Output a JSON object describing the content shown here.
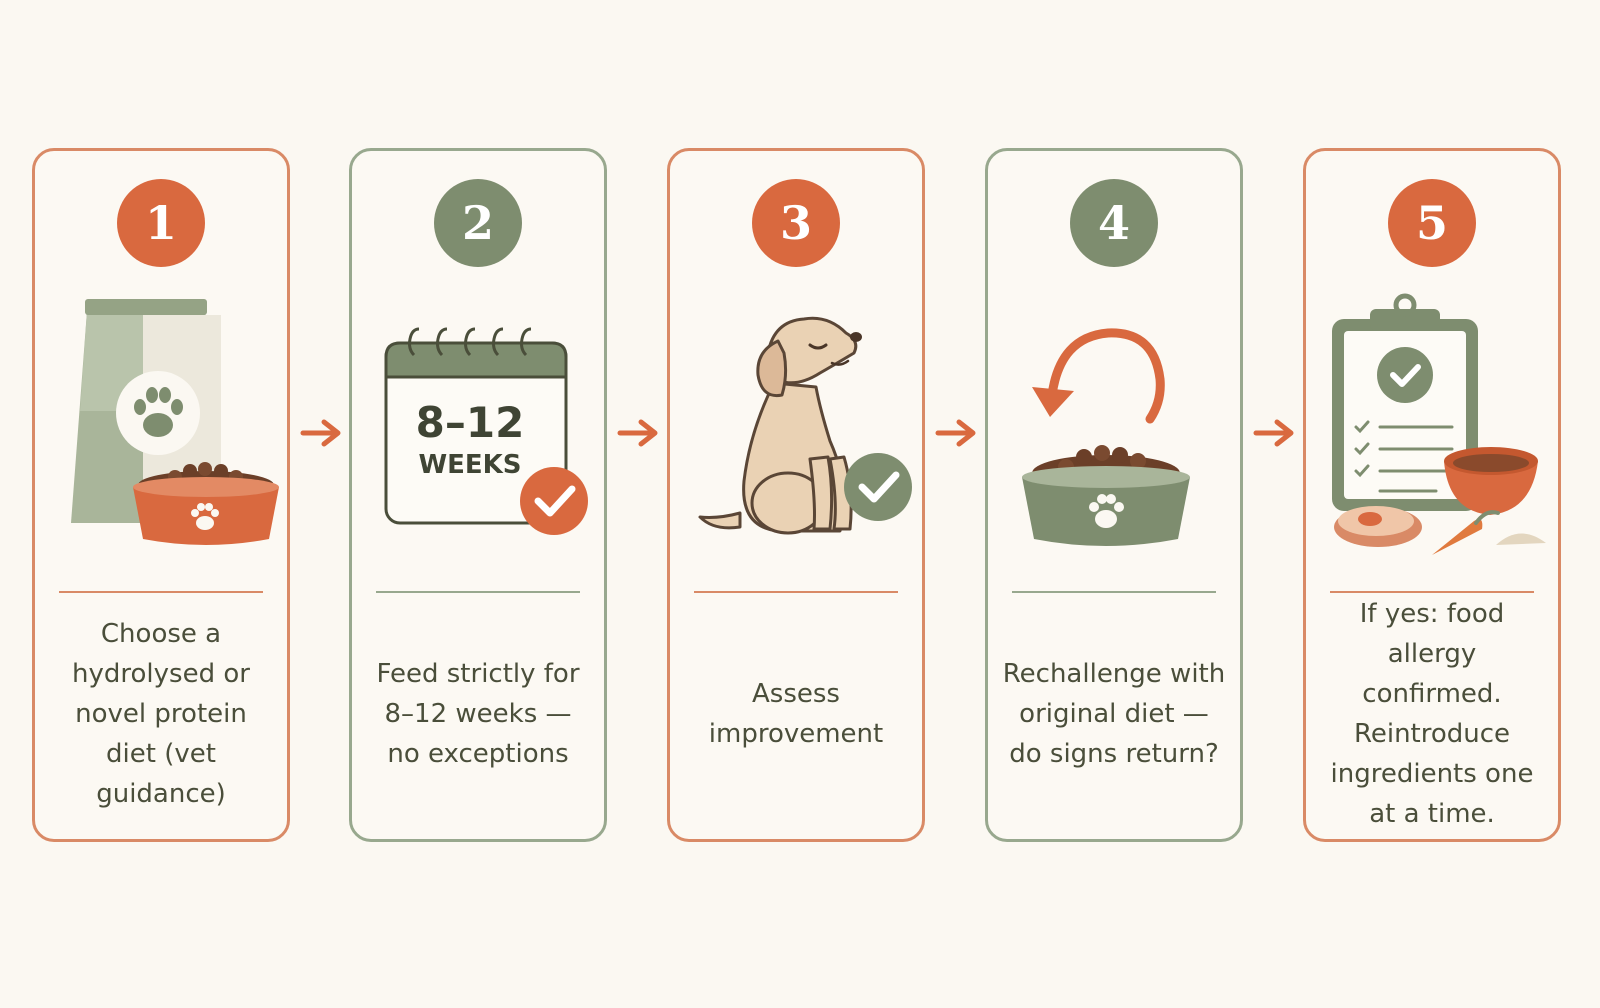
{
  "colors": {
    "background": "#fbf8f2",
    "terracotta": "#d9693f",
    "sage": "#7e8d6f",
    "text": "#4a4e3a"
  },
  "steps": [
    {
      "number": "1",
      "accent": "orange",
      "icon": "dog-food-bag-and-bowl-icon",
      "caption": "Choose a hydrolysed or novel protein diet (vet guidance)"
    },
    {
      "number": "2",
      "accent": "green",
      "icon": "calendar-icon",
      "calendar_number": "8–12",
      "calendar_unit": "WEEKS",
      "caption": "Feed strictly for 8–12 weeks — no exceptions"
    },
    {
      "number": "3",
      "accent": "orange",
      "icon": "sitting-dog-icon",
      "caption": "Assess improvement"
    },
    {
      "number": "4",
      "accent": "green",
      "icon": "rechallenge-food-bowl-icon",
      "caption": "Rechallenge with original diet — do signs return?"
    },
    {
      "number": "5",
      "accent": "orange",
      "icon": "clipboard-checklist-icon",
      "caption": "If yes: food allergy confirmed. Reintroduce ingredients one at a time."
    }
  ]
}
